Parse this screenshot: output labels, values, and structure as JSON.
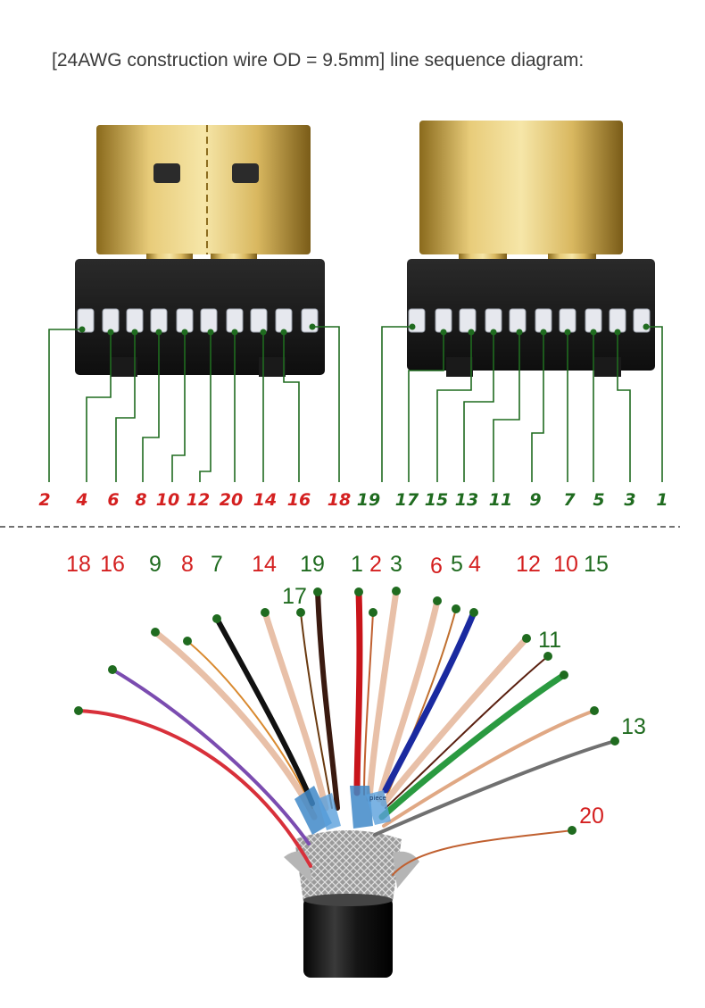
{
  "title": "[24AWG construction wire OD = 9.5mm] line sequence diagram:",
  "colors": {
    "red": "#d42020",
    "green": "#1f6b1f"
  },
  "left_connector_pins": [
    {
      "label": "2",
      "color": "red"
    },
    {
      "label": "4",
      "color": "red"
    },
    {
      "label": "6",
      "color": "red"
    },
    {
      "label": "8",
      "color": "red"
    },
    {
      "label": "10",
      "color": "red"
    },
    {
      "label": "12",
      "color": "red"
    },
    {
      "label": "20",
      "color": "red"
    },
    {
      "label": "14",
      "color": "red"
    },
    {
      "label": "16",
      "color": "red"
    },
    {
      "label": "18",
      "color": "red"
    }
  ],
  "right_connector_pins": [
    {
      "label": "19",
      "color": "green"
    },
    {
      "label": "17",
      "color": "green"
    },
    {
      "label": "15",
      "color": "green"
    },
    {
      "label": "13",
      "color": "green"
    },
    {
      "label": "11",
      "color": "green"
    },
    {
      "label": "9",
      "color": "green"
    },
    {
      "label": "7",
      "color": "green"
    },
    {
      "label": "5",
      "color": "green"
    },
    {
      "label": "3",
      "color": "green"
    },
    {
      "label": "1",
      "color": "green"
    }
  ],
  "wire_labels": [
    {
      "label": "18",
      "color": "red"
    },
    {
      "label": "16",
      "color": "red"
    },
    {
      "label": "9",
      "color": "green"
    },
    {
      "label": "8",
      "color": "red"
    },
    {
      "label": "7",
      "color": "green"
    },
    {
      "label": "14",
      "color": "red"
    },
    {
      "label": "19",
      "color": "green"
    },
    {
      "label": "17",
      "color": "green"
    },
    {
      "label": "1",
      "color": "green"
    },
    {
      "label": "2",
      "color": "red"
    },
    {
      "label": "3",
      "color": "green"
    },
    {
      "label": "6",
      "color": "red"
    },
    {
      "label": "5",
      "color": "green"
    },
    {
      "label": "4",
      "color": "red"
    },
    {
      "label": "12",
      "color": "red"
    },
    {
      "label": "10",
      "color": "red"
    },
    {
      "label": "15",
      "color": "green"
    },
    {
      "label": "11",
      "color": "green"
    },
    {
      "label": "13",
      "color": "green"
    },
    {
      "label": "20",
      "color": "red"
    }
  ],
  "cable_print": "piece"
}
